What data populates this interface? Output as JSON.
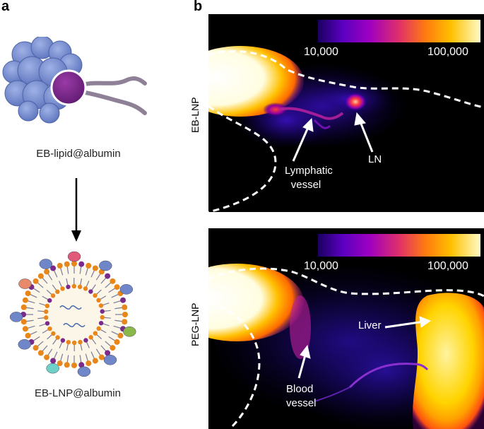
{
  "panel_a": {
    "letter": "a",
    "top_label": "EB-lipid@albumin",
    "bottom_label": "EB-LNP@albumin"
  },
  "panel_b": {
    "letter": "b",
    "top": {
      "side_label": "EB-LNP",
      "scale_min": "10,000",
      "scale_max": "100,000",
      "annotations": {
        "lymphatic": "Lymphatic",
        "vessel": "vessel",
        "ln": "LN"
      }
    },
    "bottom": {
      "side_label": "PEG-LNP",
      "scale_min": "10,000",
      "scale_max": "100,000",
      "annotations": {
        "liver": "Liver",
        "blood": "Blood",
        "vessel": "vessel"
      }
    }
  },
  "colors": {
    "albumin": "#6f86c9",
    "lipid_head": "#7a2a8a",
    "lipid_tail": "#8e8096",
    "colormap": [
      "#000000",
      "#2a00a0",
      "#8a00d0",
      "#e0307a",
      "#ff8a00",
      "#ffd000",
      "#fffbc0"
    ]
  }
}
